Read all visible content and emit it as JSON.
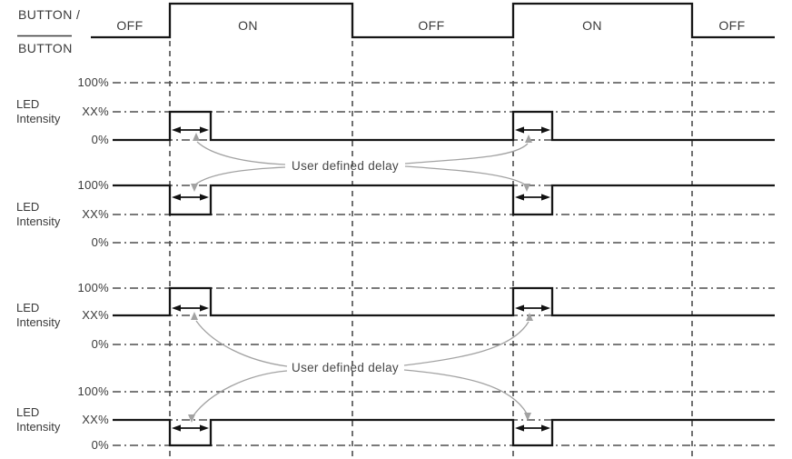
{
  "signal_header": {
    "line1": "BUTTON /",
    "line2": "BUTTON"
  },
  "button_states": [
    "OFF",
    "ON",
    "OFF",
    "ON",
    "OFF"
  ],
  "led_rows": [
    {
      "label_line1": "LED",
      "label_line2": "Intensity",
      "levels": [
        "100%",
        "XX%",
        "0%"
      ],
      "rest_level": "0%",
      "level_during_delay": "XX%"
    },
    {
      "label_line1": "LED",
      "label_line2": "Intensity",
      "levels": [
        "100%",
        "XX%",
        "0%"
      ],
      "rest_level": "100%",
      "level_during_delay": "XX%"
    },
    {
      "label_line1": "LED",
      "label_line2": "Intensity",
      "levels": [
        "100%",
        "XX%",
        "0%"
      ],
      "rest_level": "XX%",
      "level_during_delay": "100%"
    },
    {
      "label_line1": "LED",
      "label_line2": "Intensity",
      "levels": [
        "100%",
        "XX%",
        "0%"
      ],
      "rest_level": "XX%",
      "level_during_delay": "0%"
    }
  ],
  "annotations": {
    "top": "User defined delay",
    "bottom": "User defined delay"
  },
  "chart_data": {
    "type": "timing-diagram",
    "button_sequence": [
      "OFF",
      "ON",
      "OFF",
      "ON",
      "OFF"
    ],
    "delay_windows": "one at each button press (rising edge of ON)",
    "rows": [
      {
        "signal": "LED Intensity",
        "rest": "0%",
        "during_user_defined_delay": "XX%"
      },
      {
        "signal": "LED Intensity",
        "rest": "100%",
        "during_user_defined_delay": "XX%"
      },
      {
        "signal": "LED Intensity",
        "rest": "XX%",
        "during_user_defined_delay": "100%"
      },
      {
        "signal": "LED Intensity",
        "rest": "XX%",
        "during_user_defined_delay": "0%"
      }
    ],
    "reference_levels": [
      "100%",
      "XX%",
      "0%"
    ]
  },
  "colors": {
    "signal": "#161616",
    "reference_line": "#4f4f4f",
    "annotation_gray": "#a2a2a2",
    "text": "#3a3a3a",
    "background": "#ffffff"
  }
}
